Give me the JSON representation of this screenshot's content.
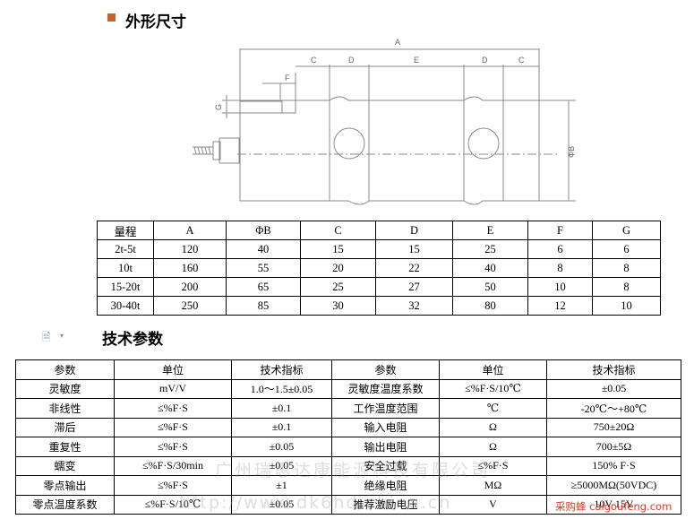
{
  "section1": {
    "title": "外形尺寸"
  },
  "drawing_labels": {
    "A": "A",
    "C": "C",
    "D": "D",
    "E": "E",
    "F": "F",
    "G": "G",
    "phiB": "ΦB"
  },
  "dim_table": {
    "headers": [
      "量程",
      "A",
      "ΦB",
      "C",
      "D",
      "E",
      "F",
      "G"
    ],
    "rows": [
      [
        "2t-5t",
        "120",
        "40",
        "15",
        "15",
        "25",
        "6",
        "6"
      ],
      [
        "10t",
        "160",
        "55",
        "20",
        "22",
        "40",
        "8",
        "8"
      ],
      [
        "15-20t",
        "200",
        "65",
        "25",
        "27",
        "50",
        "10",
        "8"
      ],
      [
        "30-40t",
        "250",
        "85",
        "30",
        "32",
        "80",
        "12",
        "10"
      ]
    ]
  },
  "section2": {
    "title": "技术参数"
  },
  "tech_table": {
    "headers": [
      "参数",
      "单位",
      "技术指标",
      "参数",
      "单位",
      "技术指标"
    ],
    "rows": [
      [
        "灵敏度",
        "mV/V",
        "1.0～1.5±0.05",
        "灵敏度温度系数",
        "≤%F·S/10℃",
        "±0.05"
      ],
      [
        "非线性",
        "≤%F·S",
        "±0.1",
        "工作温度范围",
        "℃",
        "-20℃～+80℃"
      ],
      [
        "滞后",
        "≤%F·S",
        "±0.1",
        "输入电阻",
        "Ω",
        "750±20Ω"
      ],
      [
        "重复性",
        "≤%F·S",
        "±0.05",
        "输出电阻",
        "Ω",
        "700±5Ω"
      ],
      [
        "蠕变",
        "≤%F·S/30min",
        "±0.05",
        "安全过载",
        "≤%F·S",
        "150% F·S"
      ],
      [
        "零点输出",
        "≤%F·S",
        "±1",
        "绝缘电阻",
        "MΩ",
        "≥5000MΩ(50VDC)"
      ],
      [
        "零点温度系数",
        "≤%F·S/10℃",
        "±0.05",
        "推荐激励电压",
        "V",
        "10V-15V"
      ]
    ]
  },
  "watermarks": {
    "company": "广州瑞思达康能源科技有限公司",
    "url": "http://www.dk6hd.china.cn",
    "brand": "采购蜂 caigoufeng.com"
  },
  "colors": {
    "bullet": "#c0662a",
    "brand": "#e8301c",
    "line": "#808080"
  }
}
